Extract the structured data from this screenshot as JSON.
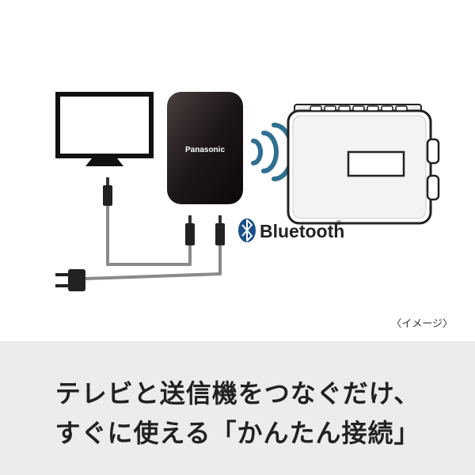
{
  "transmitter": {
    "brand": "Panasonic"
  },
  "bluetooth": {
    "label": "Bluetooth",
    "mark": "®"
  },
  "note": "〈イメージ〉",
  "headline": {
    "line1": "テレビと送信機をつなぐだけ、",
    "line2": "すぐに使える「かんたん接続」"
  },
  "colors": {
    "bluetooth_blue": "#1a4f8a",
    "wave": "#2f6f8f",
    "cable": "#8a8a8a",
    "panel_bg": "#ececec"
  }
}
